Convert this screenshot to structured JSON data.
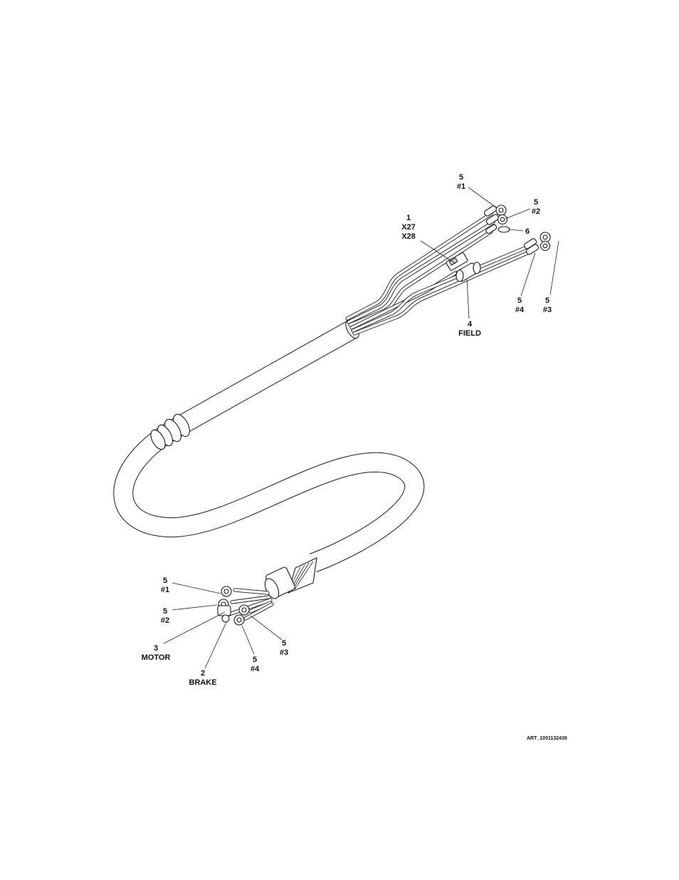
{
  "diagram": {
    "callouts": {
      "top_5_1": {
        "num": "5",
        "sub": "#1"
      },
      "top_5_2": {
        "num": "5",
        "sub": "#2"
      },
      "top_1": {
        "num": "1",
        "sub": "X27",
        "sub2": "X28"
      },
      "top_6": {
        "num": "6"
      },
      "top_5_4": {
        "num": "5",
        "sub": "#4"
      },
      "top_5_3": {
        "num": "5",
        "sub": "#3"
      },
      "field_4": {
        "num": "4",
        "sub": "FIELD"
      },
      "bot_5_1": {
        "num": "5",
        "sub": "#1"
      },
      "bot_5_2": {
        "num": "5",
        "sub": "#2"
      },
      "motor_3": {
        "num": "3",
        "sub": "MOTOR"
      },
      "brake_2": {
        "num": "2",
        "sub": "BRAKE"
      },
      "bot_5_4": {
        "num": "5",
        "sub": "#4"
      },
      "bot_5_3": {
        "num": "5",
        "sub": "#3"
      }
    },
    "art_id": "ART_1001132439"
  }
}
